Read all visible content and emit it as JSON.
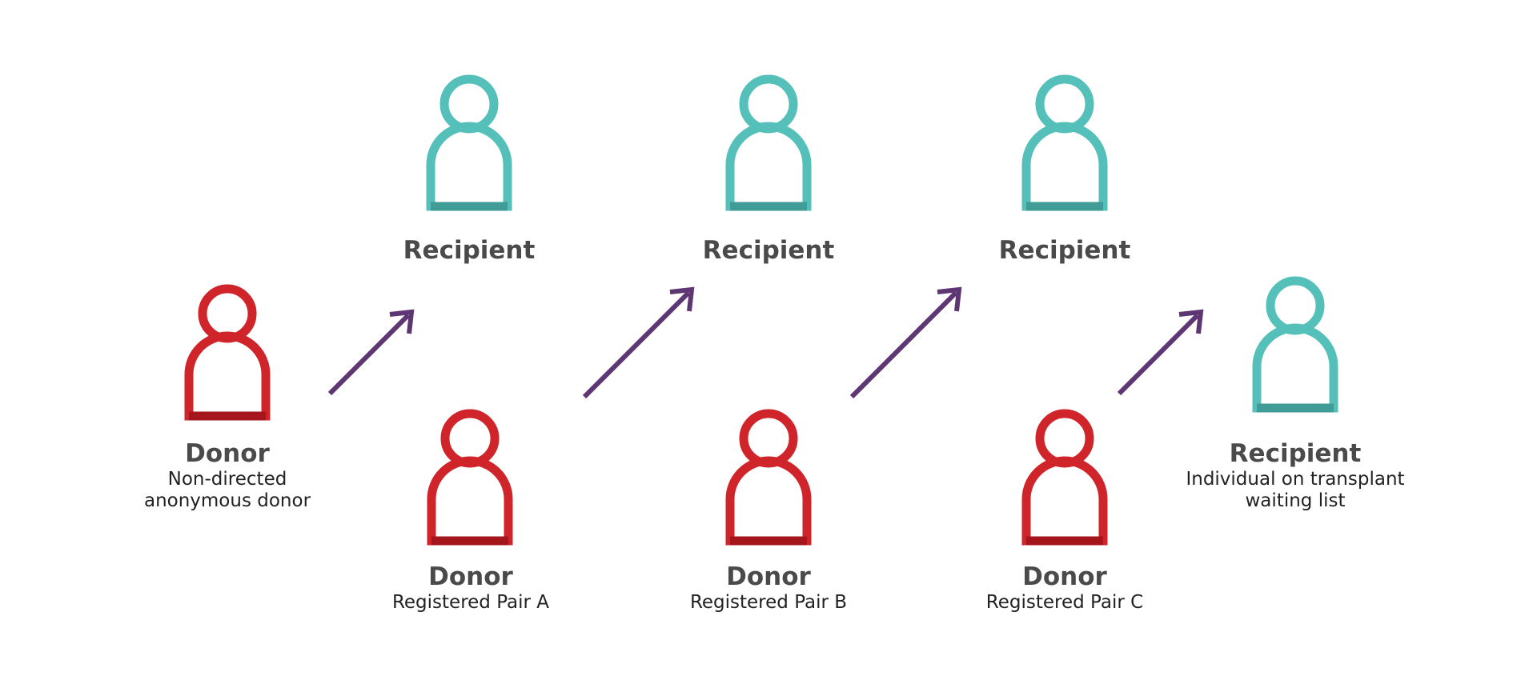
{
  "colors": {
    "donor": "#d0242b",
    "donor_shade": "#a5161c",
    "recipient": "#55c0b9",
    "recipient_shade": "#3f9c96",
    "arrow": "#5e3674",
    "text": "#4a4a4a"
  },
  "icons": {
    "donor": "person-icon",
    "recipient": "person-icon",
    "arrow": "arrow-up-right-icon"
  },
  "donors": [
    {
      "title": "Donor",
      "lines": [
        "Non-directed",
        "anonymous donor"
      ]
    },
    {
      "title": "Donor",
      "lines": [
        "Registered Pair A"
      ]
    },
    {
      "title": "Donor",
      "lines": [
        "Registered Pair B"
      ]
    },
    {
      "title": "Donor",
      "lines": [
        "Registered Pair C"
      ]
    }
  ],
  "recipients": [
    {
      "title": "Recipient",
      "lines": []
    },
    {
      "title": "Recipient",
      "lines": []
    },
    {
      "title": "Recipient",
      "lines": []
    },
    {
      "title": "Recipient",
      "lines": [
        "Individual on transplant",
        "waiting list"
      ]
    }
  ]
}
